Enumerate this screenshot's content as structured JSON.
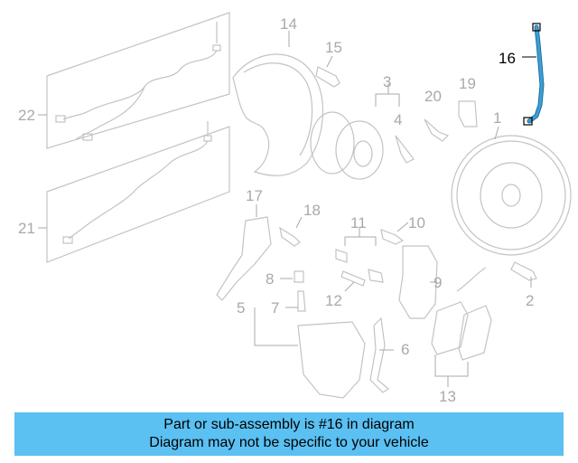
{
  "diagram": {
    "callouts": [
      {
        "id": "1",
        "label": "1"
      },
      {
        "id": "2",
        "label": "2"
      },
      {
        "id": "3",
        "label": "3"
      },
      {
        "id": "4",
        "label": "4"
      },
      {
        "id": "5",
        "label": "5"
      },
      {
        "id": "6",
        "label": "6"
      },
      {
        "id": "7",
        "label": "7"
      },
      {
        "id": "8",
        "label": "8"
      },
      {
        "id": "9",
        "label": "9"
      },
      {
        "id": "10",
        "label": "10"
      },
      {
        "id": "11",
        "label": "11"
      },
      {
        "id": "12",
        "label": "12"
      },
      {
        "id": "13",
        "label": "13"
      },
      {
        "id": "14",
        "label": "14"
      },
      {
        "id": "15",
        "label": "15"
      },
      {
        "id": "16",
        "label": "16"
      },
      {
        "id": "17",
        "label": "17"
      },
      {
        "id": "18",
        "label": "18"
      },
      {
        "id": "19",
        "label": "19"
      },
      {
        "id": "20",
        "label": "20"
      },
      {
        "id": "21",
        "label": "21"
      },
      {
        "id": "22",
        "label": "22"
      }
    ],
    "highlighted_part": "16",
    "highlight_color": "#3aa0d8"
  },
  "banner": {
    "line1": "Part or sub-assembly is #16 in diagram",
    "line2": "Diagram may not be specific to your vehicle",
    "background": "#5bc0f2"
  }
}
